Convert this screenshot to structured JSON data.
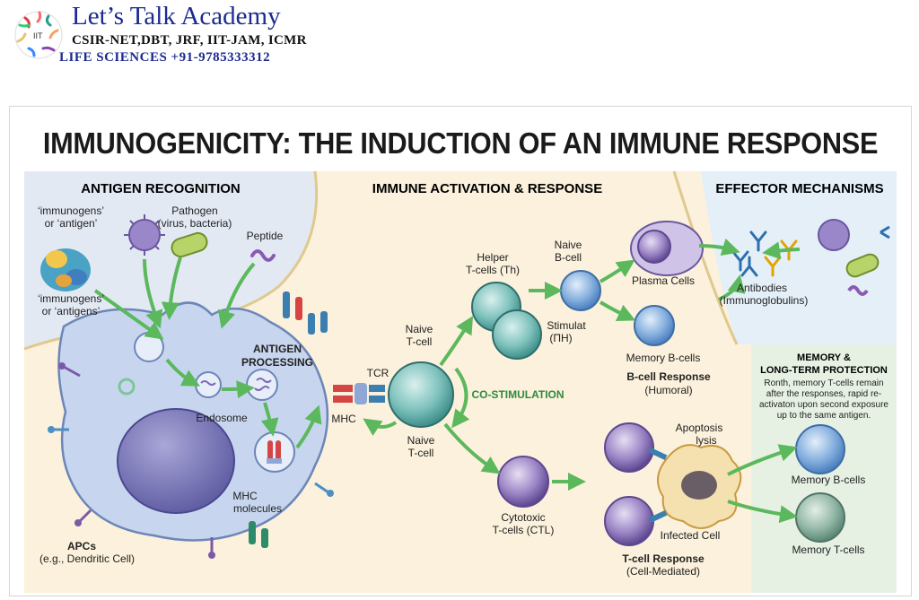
{
  "header": {
    "academy_name": "Let’s Talk Academy",
    "exams": "CSIR-NET,DBT, JRF, IIT-JAM, ICMR",
    "subject_phone": "LIFE SCIENCES  +91-9785333312"
  },
  "diagram": {
    "title": "IMMUNOGENICITY: THE INDUCTION OF AN IMMUNE RESPONSE",
    "sections": {
      "recognition": "ANTIGEN RECOGNITION",
      "activation": "IMMUNE ACTIVATION & RESPONSE",
      "effector": "EFFECTOR MECHANISMS",
      "memory_line1": "MEMORY &",
      "memory_line2": "LONG-TERM PROTECTION"
    },
    "labels": {
      "immunogens1_l1": "‘immunogens’",
      "immunogens1_l2": "or ‘antigen’",
      "pathogen_l1": "Pathogen",
      "pathogen_l2": "(virus, bacteria)",
      "peptide": "Peptide",
      "immunogens2_l1": "‘immunogens’",
      "immunogens2_l2": "or ‘antigens’",
      "antigen_processing_l1": "ANTIGEN",
      "antigen_processing_l2": "PROCESSING",
      "endosome": "Endosome",
      "mhc_molecules_l1": "MHC",
      "mhc_molecules_l2": "molecules",
      "apcs": "APCs",
      "apcs_example": "(e.g., Dendritic Cell)",
      "tcr": "TCR",
      "mhc": "MHC",
      "naive_tcell_top_l1": "Naive",
      "naive_tcell_top_l2": "T-cell",
      "naive_tcell_bottom_l1": "Naive",
      "naive_tcell_bottom_l2": "T-cell",
      "helper_l1": "Helper",
      "helper_l2": "T-cells (Th)",
      "naive_bcell_l1": "Naive",
      "naive_bcell_l2": "B-cell",
      "stimulat_l1": "Stimulat",
      "stimulat_l2": "(ΠH)",
      "costimulation": "CO-STIMULATION",
      "plasma_cells": "Plasma Cells",
      "memory_bcells_mid": "Memory B-cells",
      "bcell_response": "B-cell Response",
      "humoral": "(Humoral)",
      "antibodies_l1": "Antibodies",
      "antibodies_l2": "(Immunoglobulins)",
      "cytotoxic_l1": "Cytotoxic",
      "cytotoxic_l2": "T-cells (CTL)",
      "apoptosis_l1": "Apoptosis",
      "apoptosis_l2": "lysis",
      "infected_cell": "Infected Cell",
      "tcell_response": "T-cell Response",
      "cell_mediated": "(Cell-Mediated)",
      "memory_desc_l1": "Ronth, memory T-cells remain",
      "memory_desc_l2": "after the responses, rapid re-",
      "memory_desc_l3": "activaton upon second exposure",
      "memory_desc_l4": "up to the same antigen.",
      "memory_bcells": "Memory B-cells",
      "memory_tcells": "Memory T-cells"
    }
  },
  "colors": {
    "brand_blue": "#1b2b8f",
    "arrow_green": "#5cb85c",
    "recognition_bg": "#e3e9f3",
    "activation_bg": "#fbf1dc",
    "effector_bg": "#e4eff8",
    "memory_bg": "#e6f1e4",
    "tcell_teal": "#5aa9a6",
    "bcell_blue": "#6f9fd3",
    "ctl_purple": "#8a72b4",
    "apc_blue": "#c7d6ee"
  }
}
